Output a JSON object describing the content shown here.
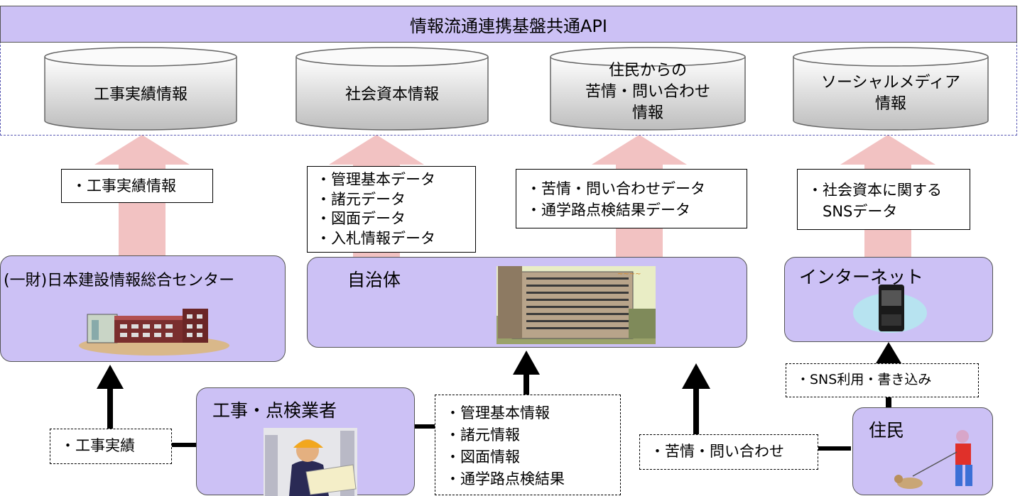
{
  "api": {
    "title": "情報流通連携基盤共通API"
  },
  "databases": [
    {
      "label": "工事実績情報"
    },
    {
      "label": "社会資本情報"
    },
    {
      "label": "住民からの\n苦情・問い合わせ\n情報"
    },
    {
      "label": "ソーシャルメディア\n情報"
    }
  ],
  "data_boxes": {
    "construction_info": "・工事実績情報",
    "infra_data": "・管理基本データ\n・諸元データ\n・図面データ\n・入札情報データ",
    "complaint_data": "・苦情・問い合わせデータ\n・通学路点検結果データ",
    "sns_data": "・社会資本に関する\n　SNSデータ"
  },
  "entities": {
    "jacic": "(一財)日本建設情報総合センター",
    "municipality": "自治体",
    "internet": "インターネット",
    "contractor": "工事・点検業者",
    "resident": "住民"
  },
  "flows": {
    "construction_results": "・工事実績",
    "contractor_info": "・管理基本情報\n・諸元情報\n・図面情報\n・通学路点検結果",
    "complaints": "・苦情・問い合わせ",
    "sns_use": "・SNS利用・書き込み"
  },
  "colors": {
    "entity_fill": "#ccc1f5",
    "transfer_arrow": "#f2c2c2"
  }
}
